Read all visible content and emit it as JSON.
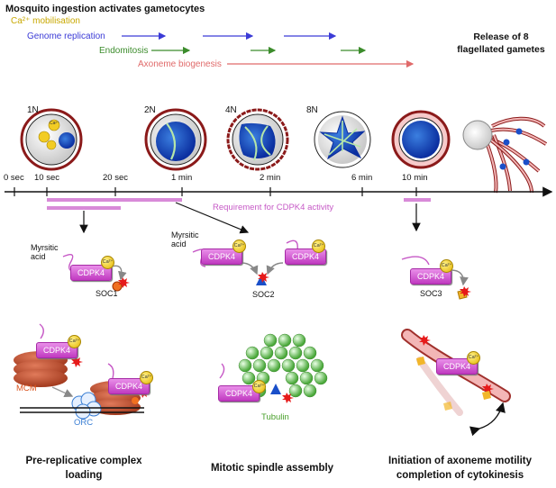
{
  "title": "Mosquito ingestion activates gametocytes",
  "processes": [
    {
      "label": "Ca²⁺ mobilisation",
      "color": "#c8a800"
    },
    {
      "label": "Genome replication",
      "color": "#3b3bd6"
    },
    {
      "label": "Endomitosis",
      "color": "#3c8c2c"
    },
    {
      "label": "Axoneme biogenesis",
      "color": "#e06a6a"
    }
  ],
  "release_label": "Release of 8 flagellated gametes",
  "ploidy": [
    "1N",
    "2N",
    "4N",
    "8N"
  ],
  "ticks": [
    "0 sec",
    "10 sec",
    "20 sec",
    "1 min",
    "2 min",
    "6 min",
    "10 min"
  ],
  "requirement_label": "Requirement for CDPK4 activity",
  "kinase_label": "CDPK4",
  "ca_label": "Ca²⁺",
  "myristic_label": "Myrsitic acid",
  "soc": [
    "SOC1",
    "SOC2",
    "SOC3"
  ],
  "mcm_label": "MCM",
  "orc_label": "ORC",
  "tubulin_label": "Tubulin",
  "bottom_labels": [
    "Pre-replicative complex loading",
    "Mitotic spindle assembly",
    "Initiation of axoneme motility completion of cytokinesis"
  ],
  "colors": {
    "purple": "#c659c6",
    "kinase": "#d24ad2",
    "timeline": "#111111"
  }
}
